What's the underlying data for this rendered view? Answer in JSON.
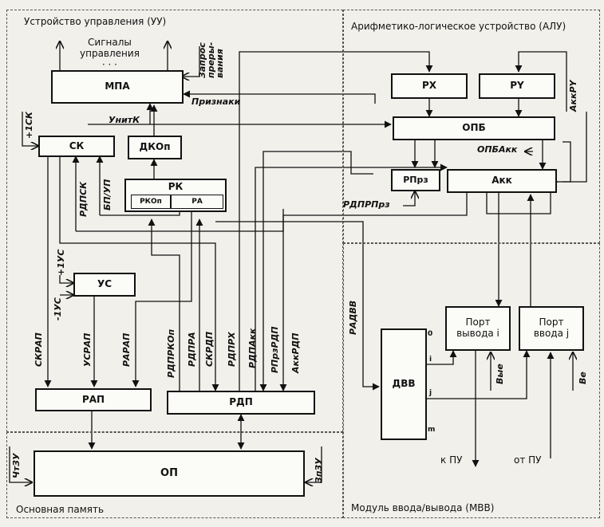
{
  "regions": {
    "control_unit": "Устройство управления (УУ)",
    "alu": "Арифметико-логическое устройство (АЛУ)",
    "memory": "Основная   память",
    "io_module": "Модуль ввода/вывода (МВВ)"
  },
  "blocks": {
    "mpa": "МПА",
    "sk": "СК",
    "dkop": "ДКОп",
    "rk": "РК",
    "rkop": "РКОп",
    "ra": "РА",
    "us": "УС",
    "rap": "РАП",
    "rdp": "РДП",
    "op": "ОП",
    "rx": "РХ",
    "ry": "РY",
    "opb": "ОПБ",
    "rprz": "РПрз",
    "akk": "Акк",
    "dvv": "ДВВ",
    "port_out": [
      "Порт",
      "вывода i"
    ],
    "port_in": [
      "Порт",
      "ввода j"
    ]
  },
  "labels": {
    "control_signals": [
      "Сигналы",
      "управления",
      "· · ·"
    ],
    "interrupt_request": [
      "Запрос",
      "преры-",
      "вания"
    ],
    "flags": "Признаки",
    "unitk": "УнитК",
    "opbakk": "ОПБАкк",
    "akkry": "АккРY",
    "plus1sk": "+1СК",
    "rdpsk": "РДПСК",
    "bpup": "БП/УП",
    "plus1us": "+1УС",
    "minus1us": "-1УС",
    "skrap": "СКРАП",
    "usrap": "УСРАП",
    "rarap": "РАРАП",
    "rdprkop": "РДПРКОп",
    "rdpra": "РДПРА",
    "skrdp": "СКРДП",
    "rdprx": "РДПРХ",
    "rdpakk": "РДПАкк",
    "rprzrdp": "РПрзРДП",
    "akkrdp": "АккРДП",
    "rdprprz": "РДПРПрз",
    "radvv": "РАДВВ",
    "vye": "Вые",
    "ve": "Ве",
    "chtzu": "ЧтЗУ",
    "zlzu": "ЗпЗУ",
    "to_pu": "к ПУ",
    "from_pu": "от ПУ",
    "port_nums": [
      "0",
      "i",
      "j",
      "m"
    ]
  }
}
